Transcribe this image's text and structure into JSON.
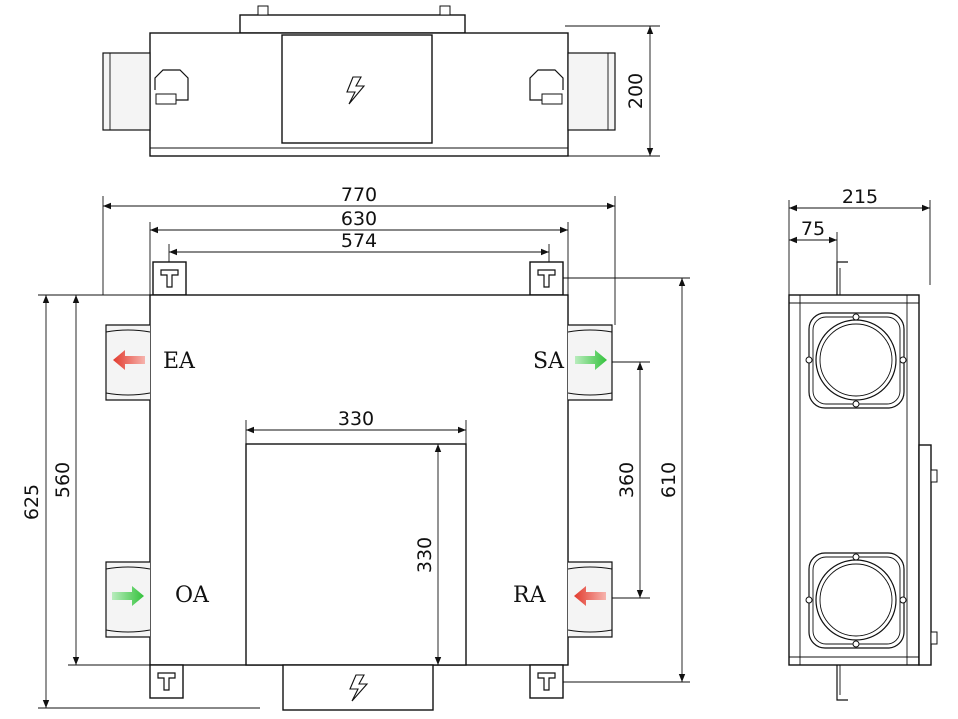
{
  "dimensions": {
    "top_height": "200",
    "overall_width": "770",
    "body_width": "630",
    "mount_spacing": "574",
    "overall_length": "625",
    "body_length": "560",
    "mount_length": "610",
    "port_spacing": "360",
    "panel_width": "330",
    "panel_height": "330",
    "side_depth": "215",
    "side_offset": "75"
  },
  "ports": {
    "exhaust": "EA",
    "supply": "SA",
    "outdoor": "OA",
    "return": "RA"
  },
  "colors": {
    "red_arrow": "#e23b2e",
    "green_arrow": "#33c23c",
    "line": "#111111"
  }
}
